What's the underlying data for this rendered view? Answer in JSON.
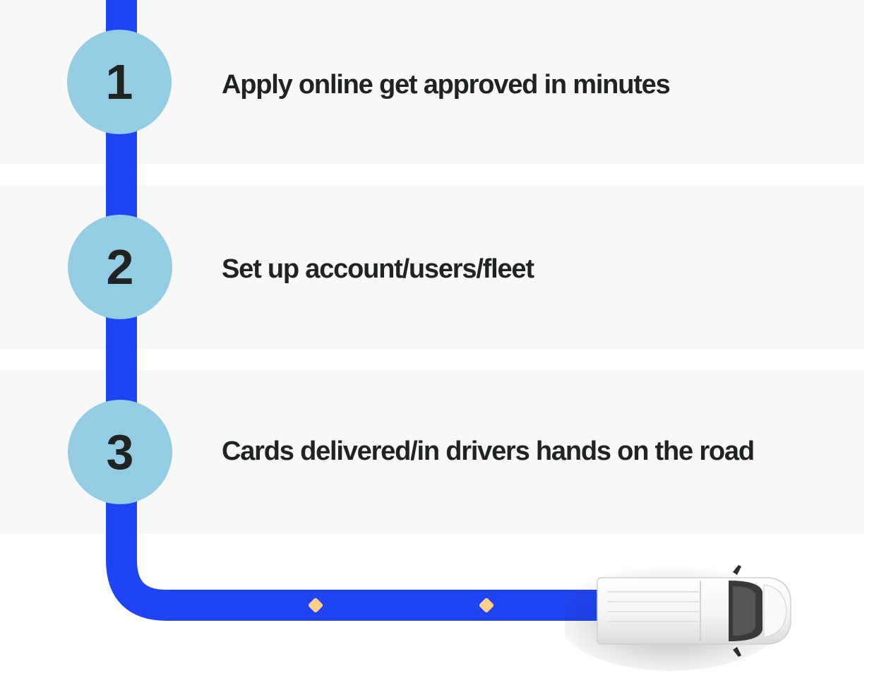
{
  "steps": [
    {
      "number": "1",
      "label": "Apply online get approved in minutes"
    },
    {
      "number": "2",
      "label": "Set up account/users/fleet"
    },
    {
      "number": "3",
      "label": "Cards delivered/in drivers hands on the road"
    }
  ],
  "colors": {
    "route": "#1f44f5",
    "step_circle": "#94cde3",
    "panel": "#f8f8f8",
    "marker": "#ffd08a",
    "text": "#1f2321"
  },
  "icons": [
    "route-line",
    "road-marker-diamond",
    "van-icon"
  ]
}
